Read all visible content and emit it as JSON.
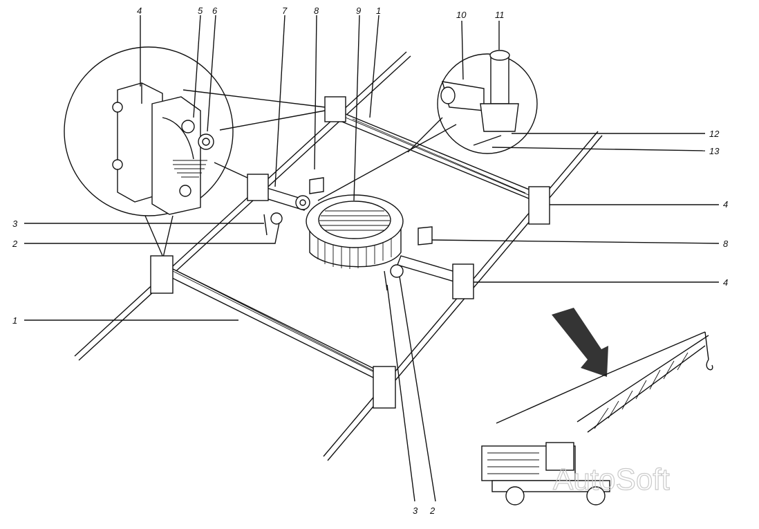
{
  "callouts": {
    "left_detail": [
      "4",
      "5",
      "6",
      "7",
      "8",
      "9",
      "1"
    ],
    "top_right": [
      "10",
      "11",
      "12",
      "13"
    ],
    "right_side": [
      "4",
      "8",
      "4"
    ],
    "left_side": [
      "3",
      "2",
      "1"
    ],
    "bottom": [
      "3",
      "2"
    ]
  },
  "watermark": "AutoSoft",
  "colors": {
    "ink": "#111111",
    "paper": "#ffffff",
    "watermark": "#c9c9c9"
  }
}
